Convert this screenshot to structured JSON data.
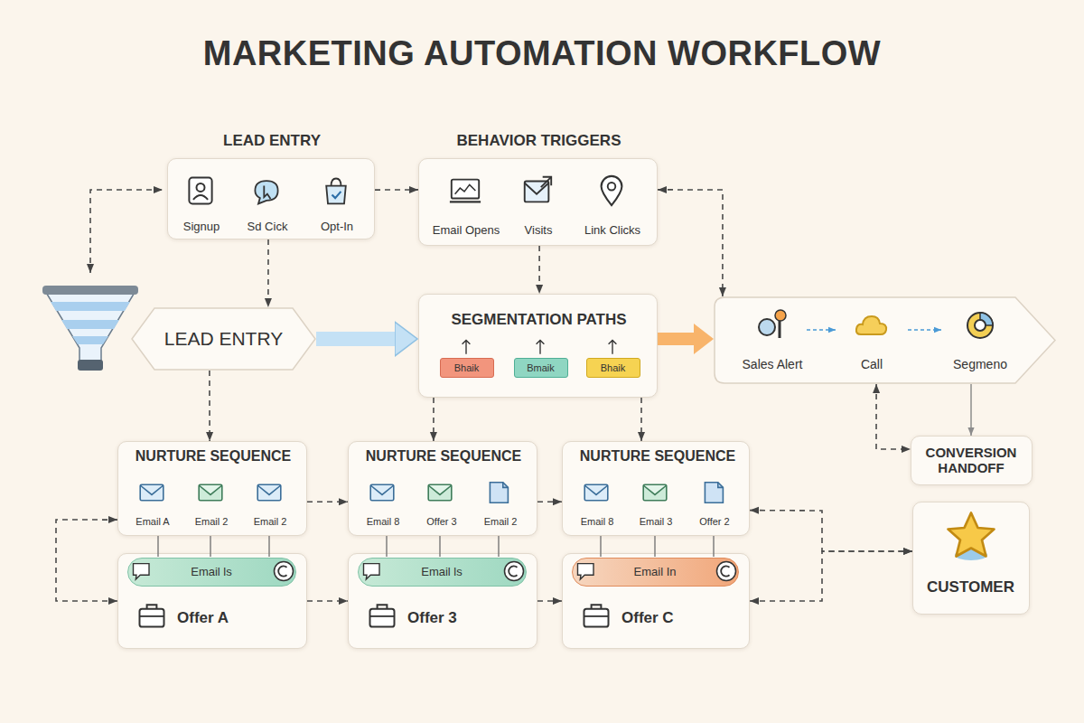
{
  "diagram": {
    "title": "MARKETING AUTOMATION WORKFLOW",
    "nodes": [
      {
        "text": [
          "LEAD ENTRY",
          "Signup",
          "Sd Cick",
          "Opt-In"
        ]
      },
      {
        "text": [
          "BEHAVIOR TRIGGERS",
          "Email Opens",
          "Visits",
          "Link Clicks"
        ]
      },
      {
        "text": [
          "LEAD ENTRY"
        ]
      },
      {
        "text": [
          "SEGMENTATION PATHS"
        ]
      },
      {
        "text": [
          "Bhaik"
        ],
        "in": 3
      },
      {
        "text": [
          "Bmaik"
        ],
        "in": 3
      },
      {
        "text": [
          "Bhaik"
        ],
        "in": 3
      },
      {
        "text": [
          "Sales Alert",
          "Call",
          "Segmeno"
        ]
      },
      {
        "text": [
          "CONVERSION HANDOFF"
        ]
      },
      {
        "text": [
          "NURTURE SEQUENCE",
          "Email A",
          "Email 2",
          "Email 2"
        ]
      },
      {
        "text": [
          "NURTURE SEQUENCE",
          "Email 8",
          "Offer 3",
          "Email 2"
        ]
      },
      {
        "text": [
          "NURTURE SEQUENCE",
          "Email 8",
          "Email 3",
          "Offer 2"
        ]
      },
      {
        "text": [
          "CUSTOMER"
        ]
      },
      {
        "text": [
          "Offer A"
        ]
      },
      {
        "text": [
          "Email ls"
        ],
        "in": 13
      },
      {
        "text": [
          "Offer 3"
        ]
      },
      {
        "text": [
          "Email ls"
        ],
        "in": 15
      },
      {
        "text": [
          "Offer C"
        ]
      },
      {
        "text": [
          "Email In"
        ],
        "in": 17
      }
    ],
    "edges": [
      {
        "from": 0,
        "to": 1,
        "arrow": "to"
      },
      {
        "from": 0,
        "to": 2,
        "arrow": "to"
      },
      {
        "from": 1,
        "to": 3,
        "arrow": "to"
      },
      {
        "from": 1,
        "to": 7,
        "arrow": "both"
      },
      {
        "from": 2,
        "to": 3,
        "arrow": "to"
      },
      {
        "from": 3,
        "to": 7,
        "arrow": "to"
      },
      {
        "from": 2,
        "to": 9,
        "arrow": "to"
      },
      {
        "from": 3,
        "to": 10,
        "arrow": "to"
      },
      {
        "from": 3,
        "to": 11,
        "arrow": "to"
      },
      {
        "from": 9,
        "to": 10,
        "arrow": "to"
      },
      {
        "from": 10,
        "to": 11,
        "arrow": "to"
      },
      {
        "from": 13,
        "to": 15,
        "arrow": "to"
      },
      {
        "from": 15,
        "to": 17,
        "arrow": "to"
      },
      {
        "from": 9,
        "to": 13,
        "arrow": "both"
      },
      {
        "from": 11,
        "to": 12,
        "arrow": "both"
      },
      {
        "from": 17,
        "to": 12,
        "arrow": "both"
      },
      {
        "from": 7,
        "to": 8,
        "arrow": "both"
      },
      {
        "from": 7,
        "to": 8,
        "arrow": "to"
      }
    ]
  }
}
